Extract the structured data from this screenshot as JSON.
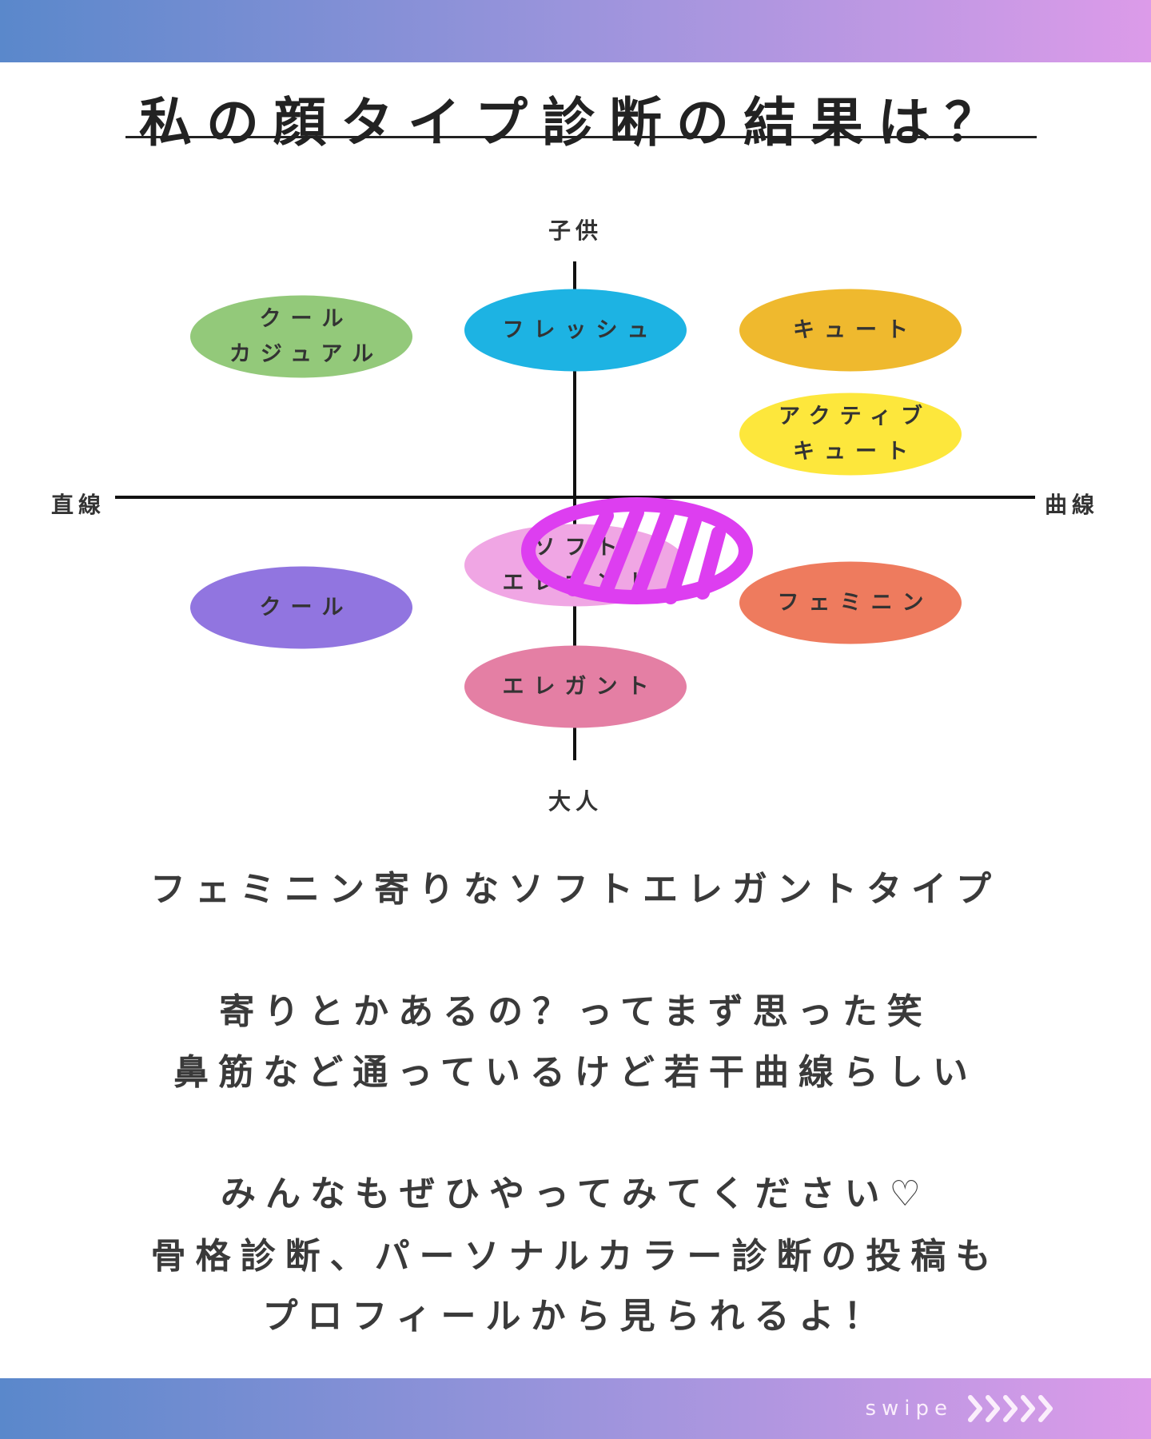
{
  "title": "私の顔タイプ診断の結果は？",
  "axes": {
    "top": "子供",
    "bottom": "大人",
    "left": "直線",
    "right": "曲線"
  },
  "types": [
    {
      "line1": "クール",
      "line2": "カジュアル",
      "color": "#93c97a"
    },
    {
      "line1": "フレッシュ",
      "color": "#1db3e3"
    },
    {
      "line1": "キュート",
      "color": "#efb92e"
    },
    {
      "line1": "アクティブ",
      "line2": "キュート",
      "color": "#fde73c"
    },
    {
      "line1": "ソフト",
      "line2": "エレガント",
      "color": "#f0a6e4"
    },
    {
      "line1": "クール",
      "color": "#9175e0"
    },
    {
      "line1": "フェミニン",
      "color": "#ee7b5e"
    },
    {
      "line1": "エレガント",
      "color": "#e47fa4"
    }
  ],
  "scribble_color": "#dd3ef0",
  "lines": [
    "フェミニン寄りなソフトエレガントタイプ",
    "寄りとかあるの？ってまず思った笑",
    "鼻筋など通っているけど若干曲線らしい",
    "みんなもぜひやってみてください♡",
    "骨格診断、パーソナルカラー診断の投稿も",
    "プロフィールから見られるよ！"
  ],
  "footer": {
    "swipe": "swipe"
  }
}
